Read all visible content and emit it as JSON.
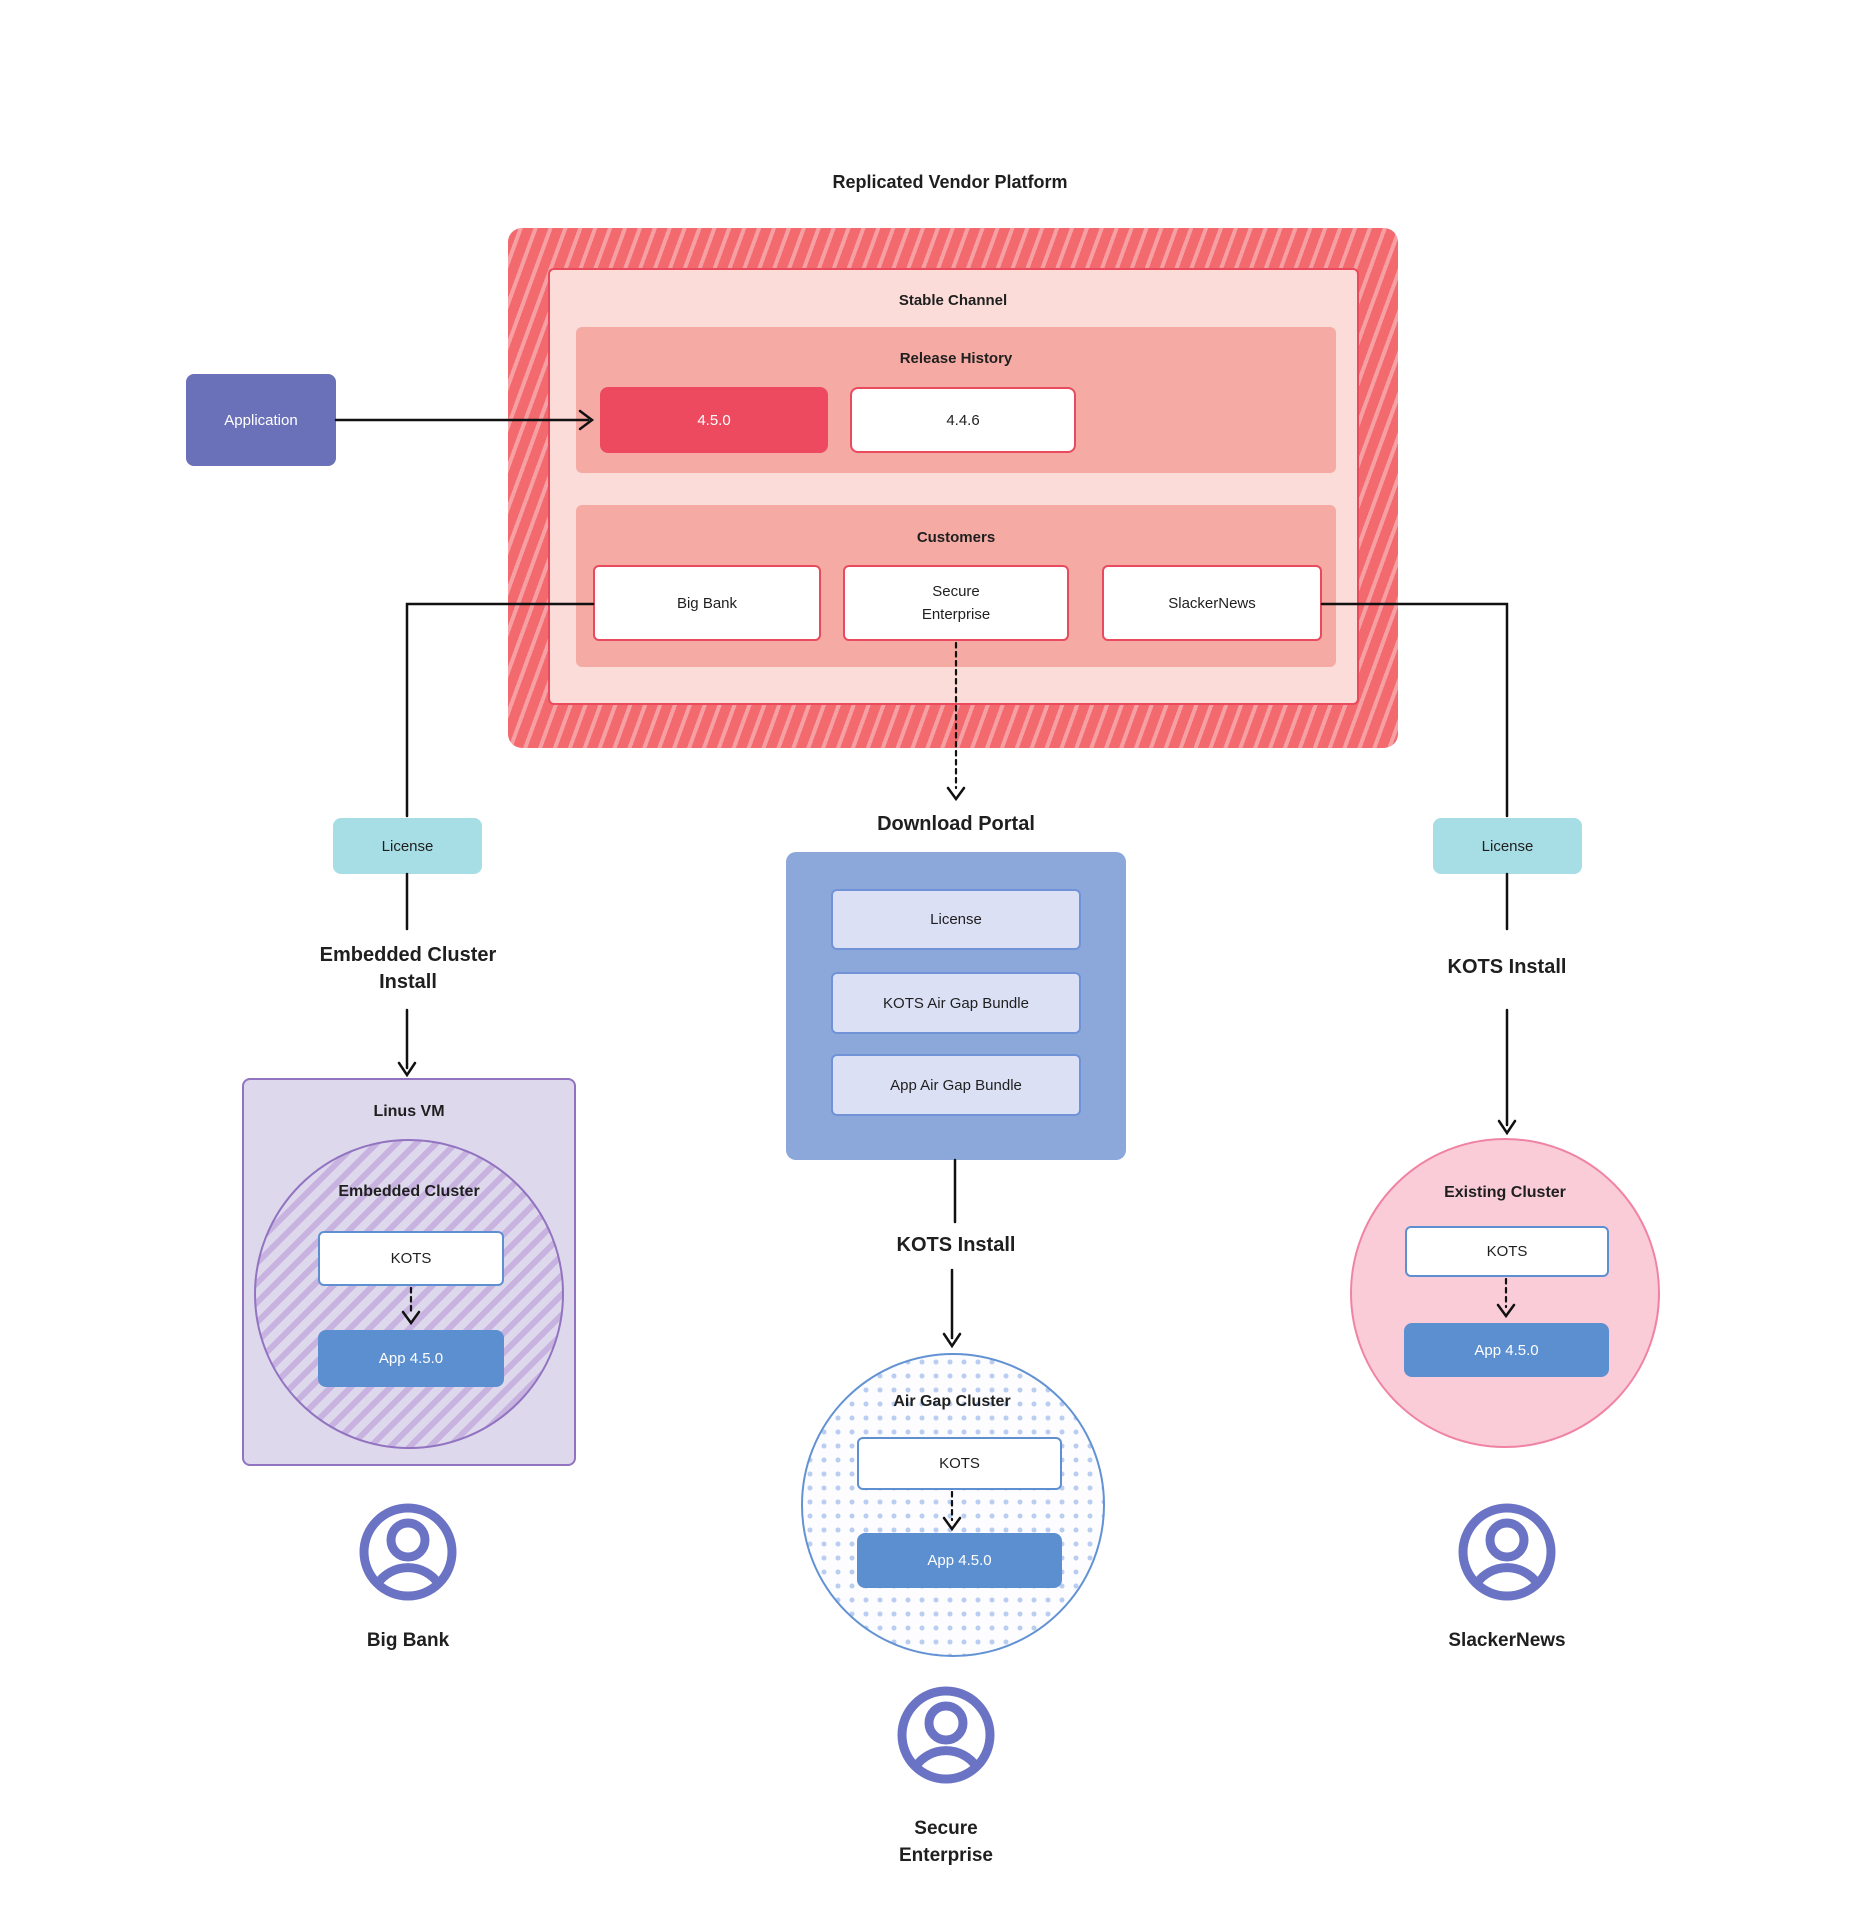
{
  "title": "Replicated Vendor Platform",
  "platform": {
    "stable_channel_label": "Stable Channel",
    "release_history": {
      "label": "Release History",
      "current_release": "4.5.0",
      "previous_release": "4.4.6"
    },
    "customers": {
      "label": "Customers",
      "big_bank": "Big Bank",
      "secure_enterprise": "Secure\nEnterprise",
      "slackernews": "SlackerNews"
    }
  },
  "application_label": "Application",
  "left_flow": {
    "license_label": "License",
    "install_label": "Embedded Cluster\nInstall",
    "vm": {
      "label": "Linus VM",
      "cluster_label": "Embedded Cluster",
      "kots_label": "KOTS",
      "app_label": "App 4.5.0"
    },
    "customer_label": "Big Bank"
  },
  "center_flow": {
    "portal": {
      "label": "Download Portal",
      "items": [
        "License",
        "KOTS Air Gap Bundle",
        "App Air Gap Bundle"
      ]
    },
    "install_label": "KOTS Install",
    "cluster": {
      "label": "Air Gap Cluster",
      "kots_label": "KOTS",
      "app_label": "App 4.5.0"
    },
    "customer_label": "Secure\nEnterprise"
  },
  "right_flow": {
    "license_label": "License",
    "install_label": "KOTS Install",
    "cluster": {
      "label": "Existing Cluster",
      "kots_label": "KOTS",
      "app_label": "App 4.5.0"
    },
    "customer_label": "SlackerNews"
  },
  "colors": {
    "accent_red": "#ee4a5f",
    "hatch_red": "#f2696e",
    "salmon": "#f5aba4",
    "light_pink": "#fbdcd8",
    "indigo": "#6a71b8",
    "cyan": "#a7dee5",
    "portal_blue": "#8ca8db",
    "bundle_lavender": "#dbe0f5",
    "app_blue": "#5c8fd0",
    "purple": "#9173c0",
    "light_purple": "#ded8ed",
    "pink_fill": "#f9ccd8",
    "pink_border": "#f083a3",
    "person_indigo": "#6b74c4",
    "line": "#111111"
  }
}
